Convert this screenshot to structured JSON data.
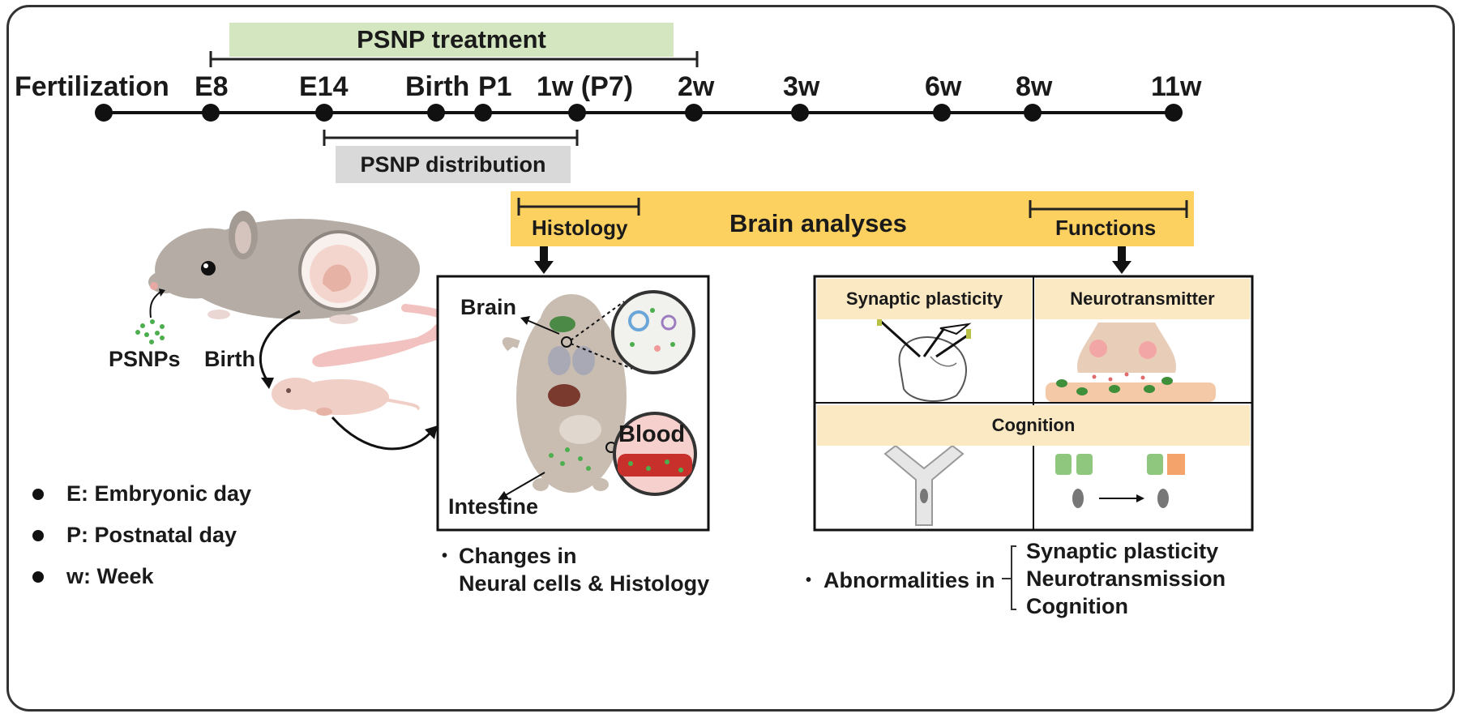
{
  "timeline": {
    "points": [
      {
        "label": "Fertilization"
      },
      {
        "label": "E8"
      },
      {
        "label": "E14"
      },
      {
        "label": "Birth"
      },
      {
        "label": "P1"
      },
      {
        "label": "1w (P7)"
      },
      {
        "label": "2w"
      },
      {
        "label": "3w"
      },
      {
        "label": "6w"
      },
      {
        "label": "8w"
      },
      {
        "label": "11w"
      }
    ],
    "treatment_label": "PSNP treatment",
    "distribution_label": "PSNP distribution"
  },
  "analyses": {
    "title": "Brain analyses",
    "histology_label": "Histology",
    "functions_label": "Functions"
  },
  "mouse": {
    "psnps_label": "PSNPs",
    "birth_label": "Birth"
  },
  "histology_panel": {
    "brain_label": "Brain",
    "intestine_label": "Intestine",
    "blood_label": "Blood"
  },
  "functions_panel": {
    "synaptic_label": "Synaptic plasticity",
    "neuro_label": "Neurotransmitter",
    "cognition_label": "Cognition"
  },
  "legend": [
    {
      "text": "E: Embryonic day"
    },
    {
      "text": "P: Postnatal day"
    },
    {
      "text": "w: Week"
    }
  ],
  "findings_left": {
    "bullet": "•",
    "line1": "Changes in",
    "line2": "Neural cells & Histology"
  },
  "findings_right": {
    "bullet": "•",
    "lead": "Abnormalities in",
    "items": [
      "Synaptic plasticity",
      "Neurotransmission",
      "Cognition"
    ]
  },
  "colors": {
    "treatment_bar": "#d3e6bf",
    "distribution_bar": "#d9d9d9",
    "analyses_bar": "#fdd15f",
    "panel_header": "#fbe9c4",
    "mouse_body": "#b4aca5",
    "pup_body": "#f0cfc6",
    "psnp_dot": "#4cae4c"
  }
}
